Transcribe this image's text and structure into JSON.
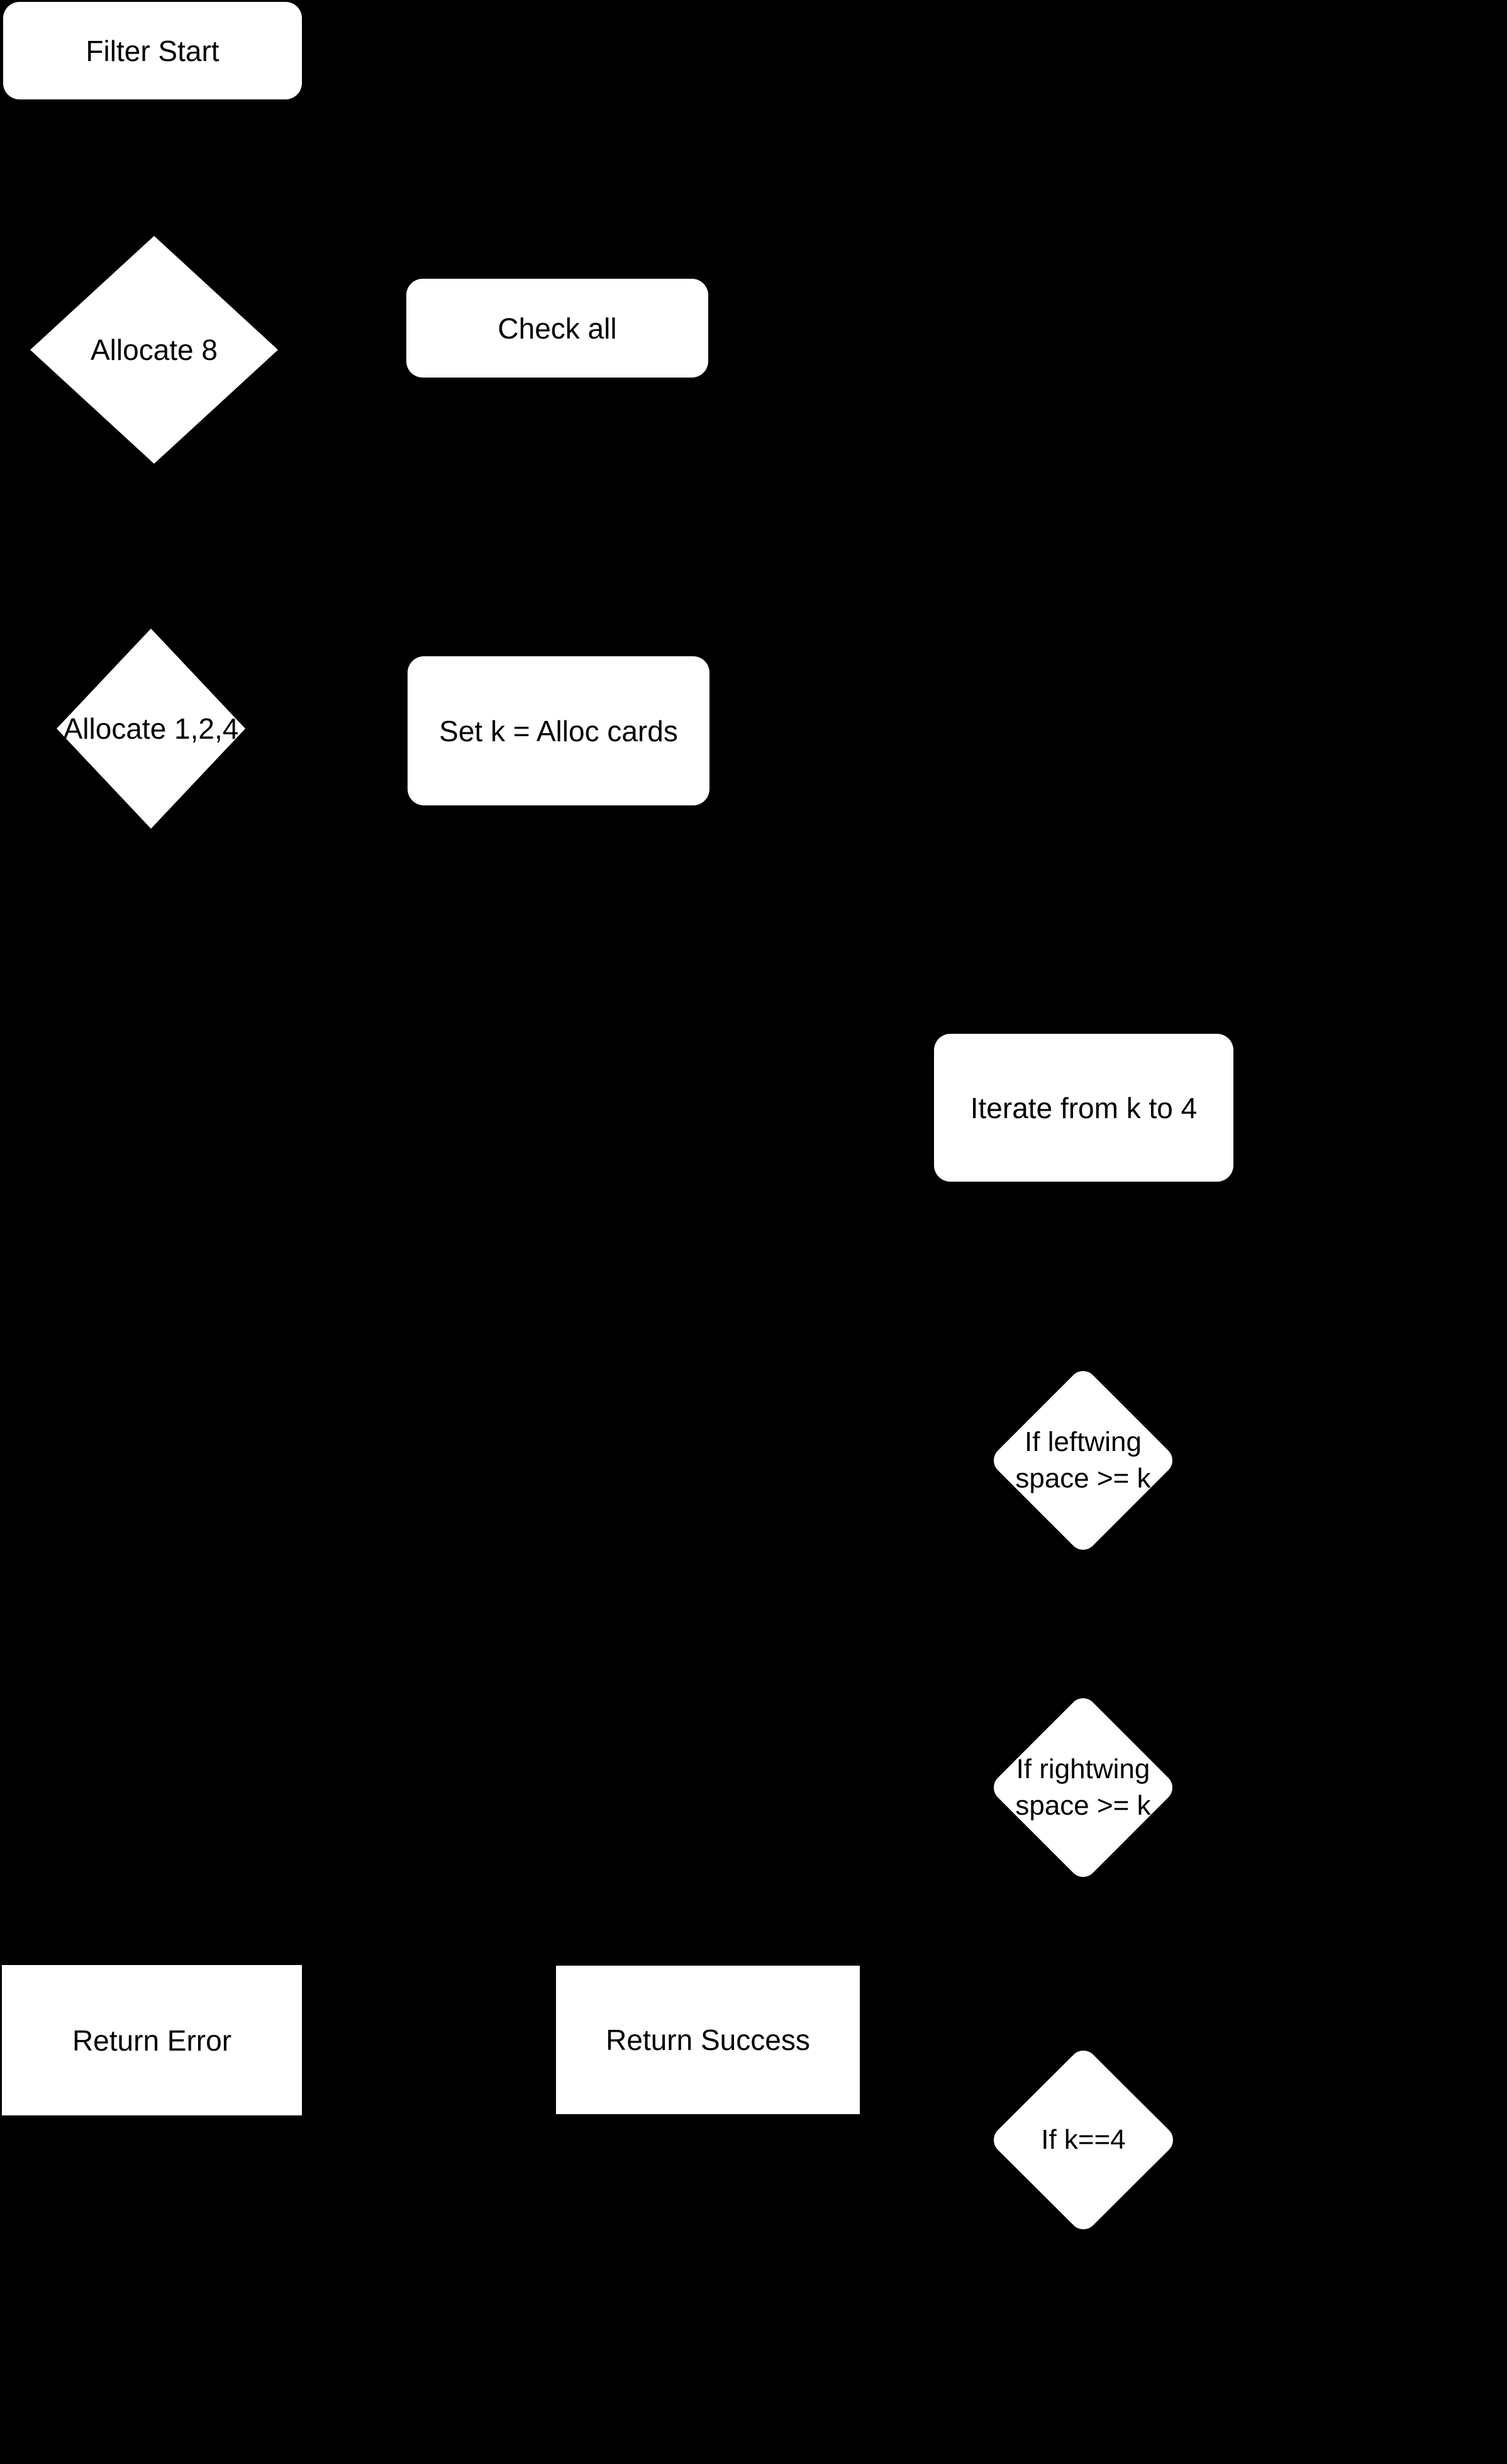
{
  "diagram": {
    "type": "flowchart",
    "background_color": "#000000",
    "node_fill_color": "#ffffff",
    "node_text_color": "#000000",
    "nodes": {
      "filter_start": {
        "label": "Filter Start",
        "shape": "rounded-rectangle"
      },
      "allocate_8": {
        "label": "Allocate 8",
        "shape": "diamond"
      },
      "check_all": {
        "label": "Check all",
        "shape": "rounded-rectangle"
      },
      "allocate_124": {
        "label": "Allocate 1,2,4",
        "shape": "diamond"
      },
      "set_k": {
        "label": "Set k = Alloc cards",
        "shape": "rounded-rectangle"
      },
      "iterate": {
        "label": "Iterate from k to 4",
        "shape": "rounded-rectangle"
      },
      "if_leftwing": {
        "label_line1": "If leftwing",
        "label_line2": "space >= k",
        "shape": "rounded-diamond"
      },
      "if_rightwing": {
        "label_line1": "If rightwing",
        "label_line2": "space >= k",
        "shape": "rounded-diamond"
      },
      "return_error": {
        "label": "Return Error",
        "shape": "rectangle"
      },
      "return_success": {
        "label": "Return Success",
        "shape": "rectangle"
      },
      "if_k4": {
        "label": "If k==4",
        "shape": "rounded-diamond"
      }
    }
  }
}
